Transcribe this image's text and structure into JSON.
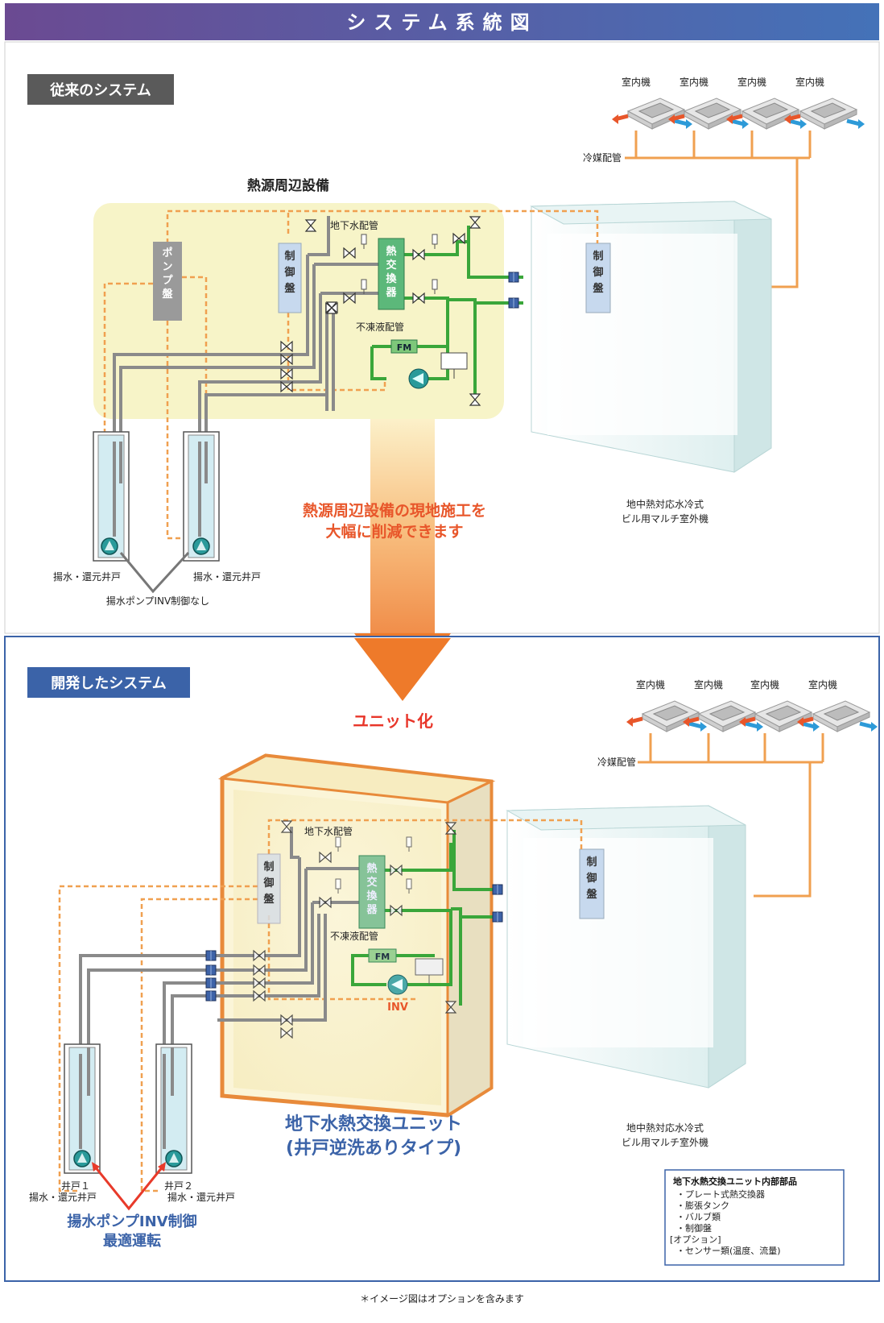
{
  "title": "システム系統図",
  "colors": {
    "header_left": "#6b4a92",
    "header_right": "#4472b8",
    "section_conventional": "#5a5a5a",
    "section_developed": "#3b63a8",
    "orange_pipe": "#f0a050",
    "green_pipe": "#3aa63a",
    "gray_pipe": "#8a8a8a",
    "accent_orange": "#e8562a",
    "unit_blue": "#3b63a8"
  },
  "conventional": {
    "heading": "従来のシステム",
    "heat_source_title": "熱源周辺設備",
    "indoor_units": [
      "室内機",
      "室内機",
      "室内機",
      "室内機"
    ],
    "refrigerant_pipe": "冷媒配管",
    "groundwater_pipe": "地下水配管",
    "antifreeze_pipe": "不凍液配管",
    "heat_exchanger": "熱交換器",
    "pump_panel": "ポンプ盤",
    "control_panel": "制御盤",
    "outdoor_control_panel": "制御盤",
    "flowmeter": "FM",
    "outdoor_unit_line1": "地中熱対応水冷式",
    "outdoor_unit_line2": "ビル用マルチ室外機",
    "well_left": "揚水・還元井戸",
    "well_right": "揚水・還元井戸",
    "pump_note": "揚水ポンプINV制御なし"
  },
  "reduction_msg_line1": "熱源周辺設備の現地施工を",
  "reduction_msg_line2": "大幅に削減できます",
  "developed": {
    "heading": "開発したシステム",
    "unitization": "ユニット化",
    "indoor_units": [
      "室内機",
      "室内機",
      "室内機",
      "室内機"
    ],
    "refrigerant_pipe": "冷媒配管",
    "groundwater_pipe": "地下水配管",
    "antifreeze_pipe": "不凍液配管",
    "heat_exchanger": "熱交換器",
    "control_panel": "制御盤",
    "outdoor_control_panel": "制御盤",
    "flowmeter": "FM",
    "inv": "INV",
    "unit_name_line1": "地下水熱交換ユニット",
    "unit_name_line2": "(井戸逆洗ありタイプ)",
    "outdoor_unit_line1": "地中熱対応水冷式",
    "outdoor_unit_line2": "ビル用マルチ室外機",
    "well1_name": "井戸１",
    "well1_desc": "揚水・還元井戸",
    "well2_name": "井戸２",
    "well2_desc": "揚水・還元井戸",
    "pump_control_line1": "揚水ポンプINV制御",
    "pump_control_line2": "最適運転",
    "parts_box": {
      "title": "地下水熱交換ユニット内部部品",
      "items": [
        "・プレート式熱交換器",
        "・膨張タンク",
        "・バルブ類",
        "・制御盤",
        "[オプション]",
        "・センサー類(温度、流量)"
      ]
    }
  },
  "footnote": "＊イメージ図はオプションを含みます"
}
